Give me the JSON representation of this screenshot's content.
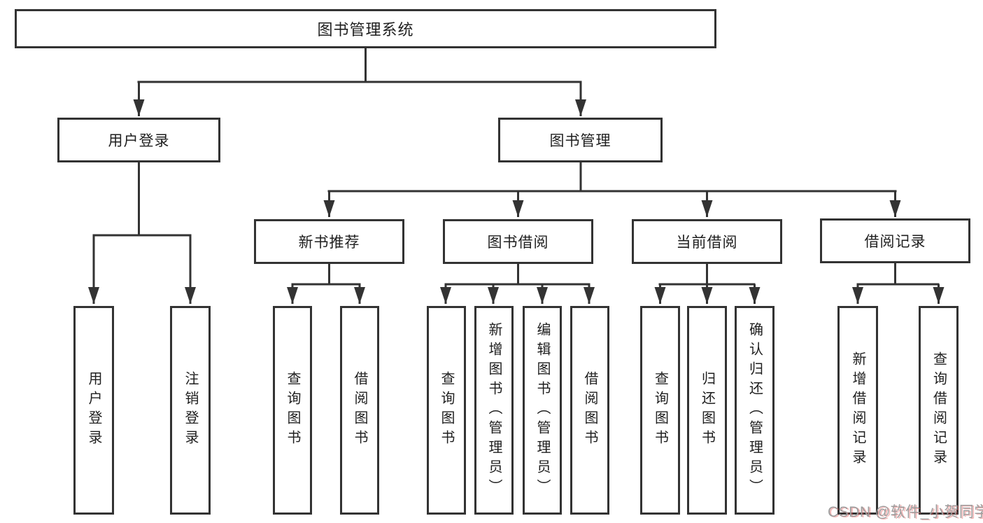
{
  "root": {
    "label": "图书管理系统"
  },
  "user_branch": {
    "label": "用户登录",
    "children": [
      {
        "label": "用户登录"
      },
      {
        "label": "注销登录"
      }
    ]
  },
  "management_branch": {
    "label": "图书管理"
  },
  "sections": [
    {
      "label": "新书推荐",
      "children": [
        {
          "label": "查询图书"
        },
        {
          "label": "借阅图书"
        }
      ]
    },
    {
      "label": "图书借阅",
      "children": [
        {
          "label": "查询图书"
        },
        {
          "label": "新增图书（管理员）"
        },
        {
          "label": "编辑图书（管理员）"
        },
        {
          "label": "借阅图书"
        }
      ]
    },
    {
      "label": "当前借阅",
      "children": [
        {
          "label": "查询图书"
        },
        {
          "label": "归还图书"
        },
        {
          "label": "确认归还（管理员）"
        }
      ]
    },
    {
      "label": "借阅记录",
      "children": [
        {
          "label": "新增借阅记录"
        },
        {
          "label": "查询借阅记录"
        }
      ]
    }
  ],
  "watermark": {
    "text": "CSDN @软件_小贺同学"
  },
  "colors": {
    "line": "#333333",
    "box_border": "#333333",
    "text": "#1f1f1f",
    "background": "#ffffff",
    "watermark_gray": "#9e9e9e",
    "watermark_red": "#e65a5a"
  }
}
